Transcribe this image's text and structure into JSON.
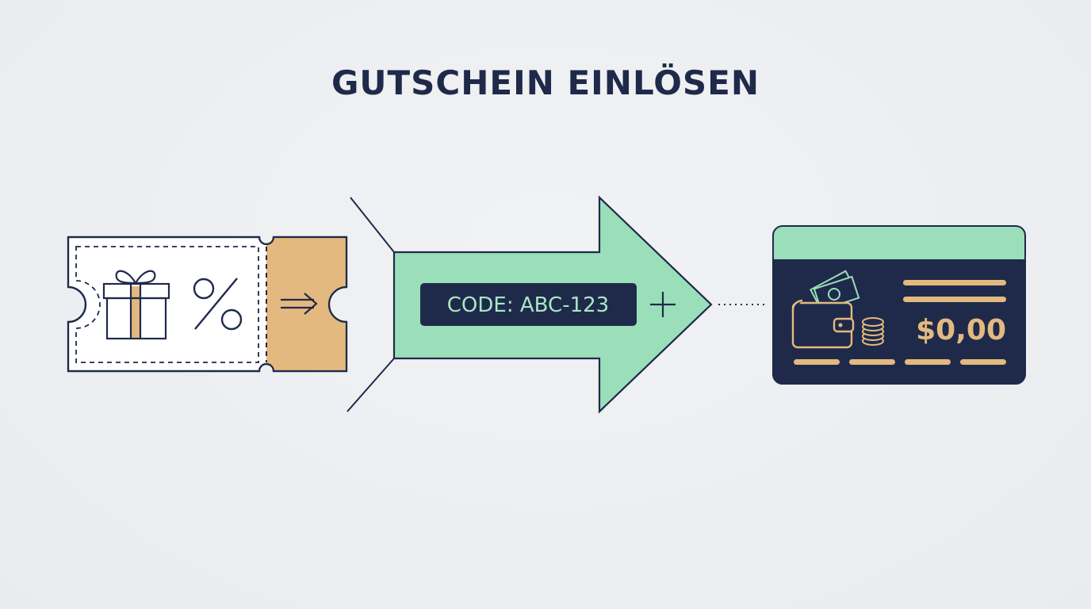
{
  "title": "GUTSCHEIN EINLÖSEN",
  "voucher": {
    "icons": [
      "gift-icon",
      "percent-icon",
      "arrow-right-icon"
    ]
  },
  "code_badge": {
    "text": "CODE: ABC-123",
    "plus_icon": "plus-icon"
  },
  "balance_card": {
    "amount": "$0,00",
    "icons": [
      "wallet-icon",
      "banknote-icon",
      "coin-stack-icon"
    ]
  },
  "colors": {
    "background": "#eceef1",
    "navy": "#1f2a4a",
    "mint": "#9bdfba",
    "gold": "#e3b97f",
    "white": "#ffffff"
  }
}
